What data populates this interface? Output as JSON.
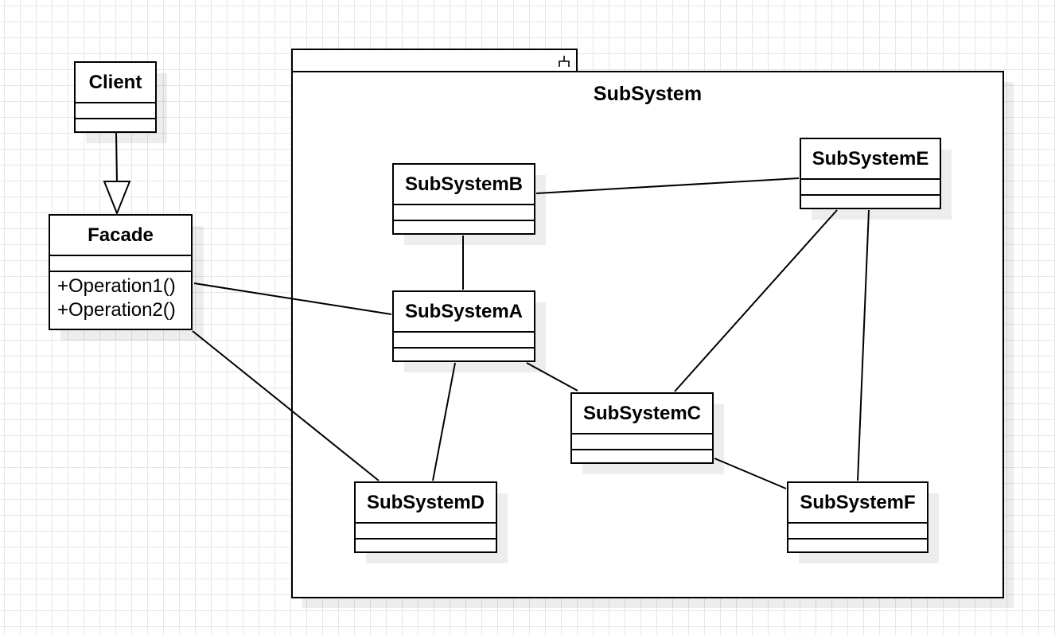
{
  "diagram": {
    "package": {
      "title": "SubSystem"
    },
    "classes": {
      "client": {
        "name": "Client"
      },
      "facade": {
        "name": "Facade",
        "methods": [
          "+Operation1()",
          "+Operation2()"
        ]
      },
      "subsystem_a": {
        "name": "SubSystemA"
      },
      "subsystem_b": {
        "name": "SubSystemB"
      },
      "subsystem_c": {
        "name": "SubSystemC"
      },
      "subsystem_d": {
        "name": "SubSystemD"
      },
      "subsystem_e": {
        "name": "SubSystemE"
      },
      "subsystem_f": {
        "name": "SubSystemF"
      }
    },
    "relationships": [
      {
        "from": "Client",
        "to": "Facade",
        "type": "generalization"
      },
      {
        "from": "Facade",
        "to": "SubSystemA",
        "type": "association"
      },
      {
        "from": "Facade",
        "to": "SubSystemD",
        "type": "association"
      },
      {
        "from": "SubSystemB",
        "to": "SubSystemA",
        "type": "association"
      },
      {
        "from": "SubSystemB",
        "to": "SubSystemE",
        "type": "association"
      },
      {
        "from": "SubSystemA",
        "to": "SubSystemC",
        "type": "association"
      },
      {
        "from": "SubSystemA",
        "to": "SubSystemD",
        "type": "association"
      },
      {
        "from": "SubSystemE",
        "to": "SubSystemC",
        "type": "association"
      },
      {
        "from": "SubSystemE",
        "to": "SubSystemF",
        "type": "association"
      },
      {
        "from": "SubSystemC",
        "to": "SubSystemF",
        "type": "association"
      }
    ]
  }
}
